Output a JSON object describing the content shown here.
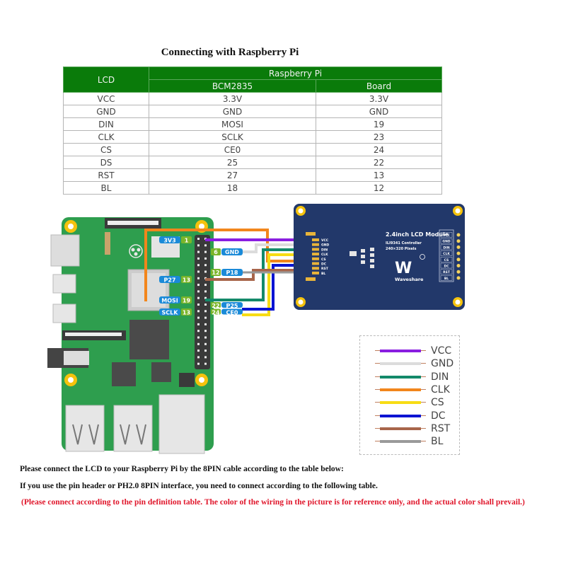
{
  "title": "Connecting with Raspberry Pi",
  "table": {
    "header_lcd": "LCD",
    "header_group": "Raspberry Pi",
    "header_bcm": "BCM2835",
    "header_board": "Board",
    "rows": [
      {
        "lcd": "VCC",
        "bcm": "3.3V",
        "board": "3.3V"
      },
      {
        "lcd": "GND",
        "bcm": "GND",
        "board": "GND"
      },
      {
        "lcd": "DIN",
        "bcm": "MOSI",
        "board": "19"
      },
      {
        "lcd": "CLK",
        "bcm": "SCLK",
        "board": "23"
      },
      {
        "lcd": "CS",
        "bcm": "CE0",
        "board": "24"
      },
      {
        "lcd": "DS",
        "bcm": "25",
        "board": "22"
      },
      {
        "lcd": "RST",
        "bcm": "27",
        "board": "13"
      },
      {
        "lcd": "BL",
        "bcm": "18",
        "board": "12"
      }
    ]
  },
  "pi_labels": {
    "left": [
      {
        "name": "3V3",
        "pin": "1"
      },
      {
        "name": "P27",
        "pin": "13"
      },
      {
        "name": "MOSI",
        "pin": "19"
      },
      {
        "name": "SCLK",
        "pin": "13"
      }
    ],
    "right": [
      {
        "name": "GND",
        "pin": "6"
      },
      {
        "name": "P18",
        "pin": "12"
      },
      {
        "name": "P25",
        "pin": "22"
      },
      {
        "name": "CE0",
        "pin": "24"
      }
    ]
  },
  "lcd_module": {
    "title": "2.4inch LCD Module",
    "controller": "ILI9341 Controller",
    "pixels": "240×320 Pixels",
    "brand": "Waveshare",
    "pins": [
      "VCC",
      "GND",
      "DIN",
      "CLK",
      "CS",
      "DC",
      "RST",
      "BL"
    ]
  },
  "legend": [
    {
      "label": "VCC",
      "color": "#8a1ee0"
    },
    {
      "label": "GND",
      "color": "#dcdcdc"
    },
    {
      "label": "DIN",
      "color": "#13896a"
    },
    {
      "label": "CLK",
      "color": "#f2861c"
    },
    {
      "label": "CS",
      "color": "#f7dc14"
    },
    {
      "label": "DC",
      "color": "#0a14d2"
    },
    {
      "label": "RST",
      "color": "#a8654a"
    },
    {
      "label": "BL",
      "color": "#9a9a9a"
    }
  ],
  "notes": {
    "line1": "Please connect the LCD to your Raspberry Pi by the 8PIN cable according to the table below:",
    "line2": "If you use the pin header or PH2.0 8PIN interface, you need to connect according to the following table.",
    "line3": "(Please connect according to the pin definition table. The color of the wiring in the picture is for reference only, and the actual color shall prevail.)"
  }
}
